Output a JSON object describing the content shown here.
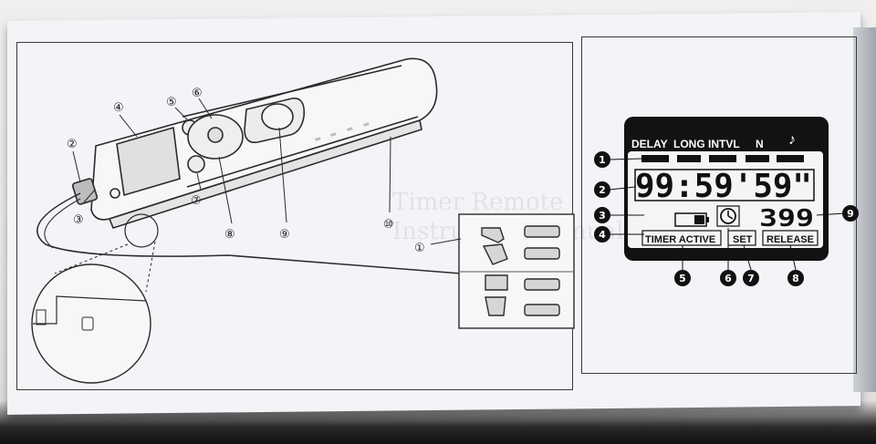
{
  "remote_diagram": {
    "callouts": [
      "①",
      "②",
      "③",
      "④",
      "⑤",
      "⑥",
      "⑦",
      "⑧",
      "⑨",
      "⑩"
    ]
  },
  "lcd": {
    "modes": {
      "delay": "DELAY",
      "long": "LONG",
      "intvl": "INTVL",
      "n": "N",
      "sound": "♪"
    },
    "time_digits": "99:59'59\"",
    "count_digits": "399",
    "labels": {
      "timer_active": "TIMER ACTIVE",
      "set": "SET",
      "release": "RELEASE"
    },
    "callouts": [
      "1",
      "2",
      "3",
      "4",
      "5",
      "6",
      "7",
      "8",
      "9"
    ]
  }
}
